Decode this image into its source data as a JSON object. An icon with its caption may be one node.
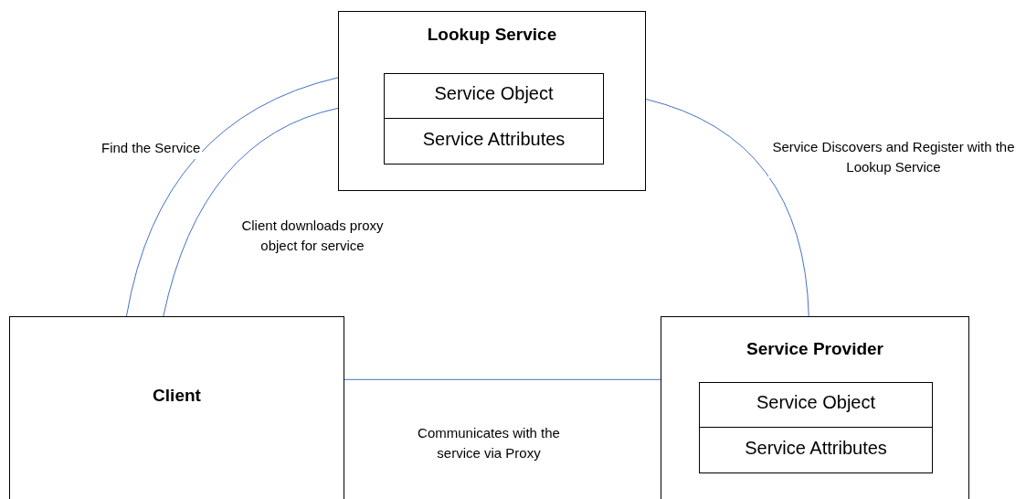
{
  "diagram": {
    "nodes": [
      {
        "text": [
          "Lookup Service"
        ]
      },
      {
        "text": [
          "Service Object"
        ],
        "in": 0
      },
      {
        "text": [
          "Service Attributes"
        ],
        "in": 0
      },
      {
        "text": [
          "Client"
        ]
      },
      {
        "text": [
          "Service Provider"
        ]
      },
      {
        "text": [
          "Service Object"
        ],
        "in": 4
      },
      {
        "text": [
          "Service Attributes"
        ],
        "in": 4
      }
    ],
    "edges": [
      {
        "from": 3,
        "to": 0,
        "arrow": "none",
        "label": "Find the Service"
      },
      {
        "from": 0,
        "to": 3,
        "arrow": "none",
        "label": "Client downloads proxy object for service"
      },
      {
        "from": 4,
        "to": 0,
        "arrow": "none",
        "label": "Service Discovers and Register with the Lookup Service"
      },
      {
        "from": 3,
        "to": 4,
        "arrow": "none",
        "label": "Communicates with the service via Proxy"
      }
    ]
  }
}
